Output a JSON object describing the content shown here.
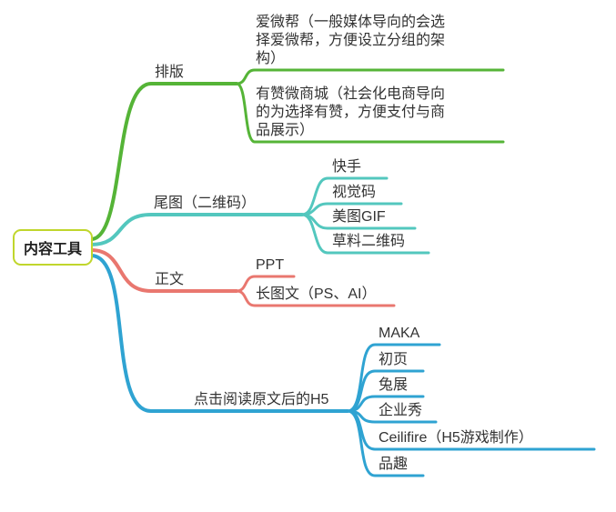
{
  "mindmap": {
    "root": {
      "label": "内容工具",
      "color": "#c0d62c"
    },
    "branches": [
      {
        "label": "排版",
        "color": "#55b437",
        "children": [
          {
            "label": "爱微帮（一般媒体导向的会选\n择爱微帮，方便设立分组的架\n构）"
          },
          {
            "label": "有赞微商城（社会化电商导向\n的为选择有赞，方便支付与商\n品展示）"
          }
        ]
      },
      {
        "label": "尾图（二维码）",
        "color": "#53c7be",
        "children": [
          {
            "label": "快手"
          },
          {
            "label": "视觉码"
          },
          {
            "label": "美图GIF"
          },
          {
            "label": "草料二维码"
          }
        ]
      },
      {
        "label": "正文",
        "color": "#e9776f",
        "children": [
          {
            "label": "PPT"
          },
          {
            "label": "长图文（PS、AI）"
          }
        ]
      },
      {
        "label": "点击阅读原文后的H5",
        "color": "#2fa3d2",
        "children": [
          {
            "label": "MAKA"
          },
          {
            "label": "初页"
          },
          {
            "label": "兔展"
          },
          {
            "label": "企业秀"
          },
          {
            "label": "Ceilifire（H5游戏制作）"
          },
          {
            "label": "品趣"
          }
        ]
      }
    ]
  }
}
